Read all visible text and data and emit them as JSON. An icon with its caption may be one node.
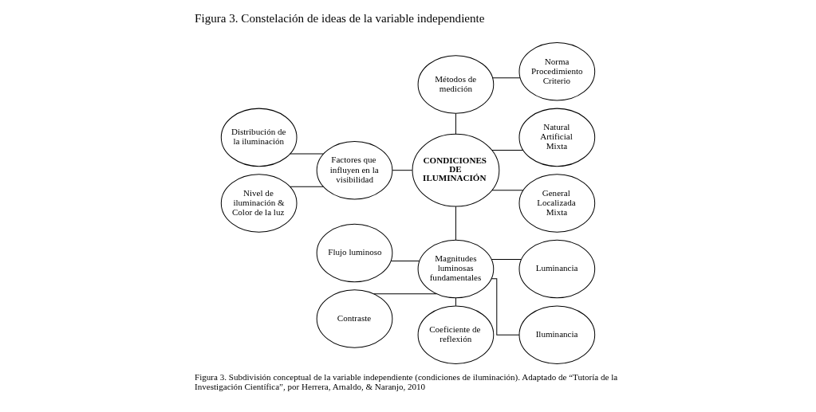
{
  "diagram": {
    "title": "Figura 3. Constelación de ideas de la variable independiente",
    "caption": "Figura 3. Subdivisión conceptual de la variable independiente (condiciones de iluminación). Adaptado de “Tutoría de la Investigación Científica”, por Herrera, Arnaldo, & Naranjo, 2010",
    "nodes": [
      {
        "text": [
          "Métodos de medición"
        ]
      },
      {
        "text": [
          "Norma Procedimiento Criterio"
        ]
      },
      {
        "text": [
          "Distribución de la iluminación"
        ]
      },
      {
        "text": [
          "General Localizada Mixta"
        ]
      },
      {
        "text": [
          "Factores que influyen en la visibilidad"
        ]
      },
      {
        "text": [
          "CONDICIONES DE ILUMINACIÓN"
        ]
      },
      {
        "text": [
          "Nivel de iluminación & Color de la luz"
        ]
      },
      {
        "text": [
          "Natural Artificial Mixta"
        ]
      },
      {
        "text": [
          "Flujo luminoso"
        ]
      },
      {
        "text": [
          "Magnitudes luminosas fundamentales"
        ]
      },
      {
        "text": [
          "Iluminancia"
        ]
      },
      {
        "text": [
          "Contraste"
        ]
      },
      {
        "text": [
          "Coeficiente de reflexión"
        ]
      },
      {
        "text": [
          "Luminancia"
        ]
      }
    ],
    "edges": [
      {
        "from": 5,
        "to": 0,
        "arrow": "none"
      },
      {
        "from": 0,
        "to": 1,
        "arrow": "none"
      },
      {
        "from": 2,
        "to": 4,
        "arrow": "none"
      },
      {
        "from": 5,
        "to": 7,
        "arrow": "none"
      },
      {
        "from": 4,
        "to": 5,
        "arrow": "none"
      },
      {
        "from": 6,
        "to": 4,
        "arrow": "none"
      },
      {
        "from": 5,
        "to": 3,
        "arrow": "none"
      },
      {
        "from": 9,
        "to": 5,
        "arrow": "none"
      },
      {
        "from": 8,
        "to": 9,
        "arrow": "none"
      },
      {
        "from": 9,
        "to": 13,
        "arrow": "none"
      },
      {
        "from": 11,
        "to": 9,
        "arrow": "none"
      },
      {
        "from": 12,
        "to": 9,
        "arrow": "none"
      },
      {
        "from": 9,
        "to": 10,
        "arrow": "none"
      }
    ]
  }
}
